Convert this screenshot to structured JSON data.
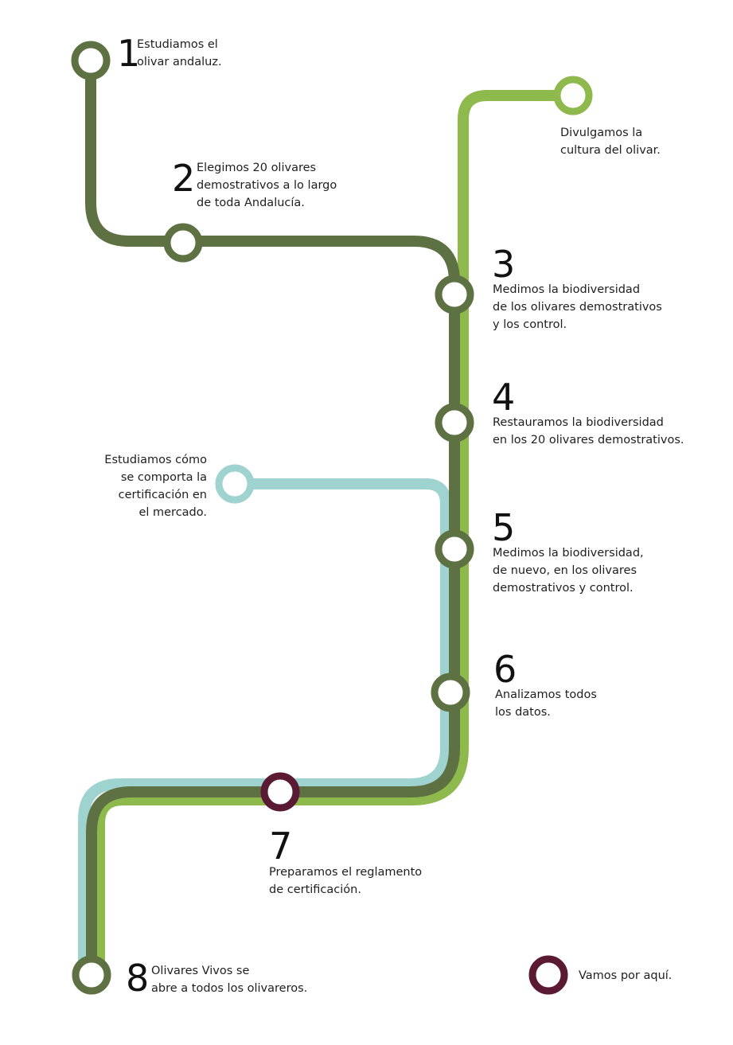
{
  "colors": {
    "dark_green": "#5d7143",
    "light_green": "#8db94d",
    "teal": "#9ed3cf",
    "current_marker": "#5b1a33",
    "station_fill": "#ffffff"
  },
  "steps": [
    {
      "number": "1",
      "text": "Estudiamos el\nolivar andaluz."
    },
    {
      "number": "2",
      "text": "Elegimos 20 olivares\ndemostrativos a lo largo\nde toda Andalucía."
    },
    {
      "number": "3",
      "text": "Medimos la biodiversidad\nde los olivares demostrativos\ny los control."
    },
    {
      "number": "4",
      "text": "Restauramos la biodiversidad\nen los 20 olivares demostrativos."
    },
    {
      "number": "5",
      "text": "Medimos la biodiversidad,\nde nuevo, en los olivares\ndemostrativos y control."
    },
    {
      "number": "6",
      "text": "Analizamos todos\nlos datos."
    },
    {
      "number": "7",
      "text": "Preparamos el reglamento\nde certificación."
    },
    {
      "number": "8",
      "text": "Olivares Vivos se\nabre a todos los olivareros."
    }
  ],
  "branches": {
    "culture": "Divulgamos la\ncultura del olivar.",
    "market": "Estudiamos cómo\nse comporta la\ncertificación en\nel mercado."
  },
  "legend": {
    "current": "Vamos por aquí."
  }
}
